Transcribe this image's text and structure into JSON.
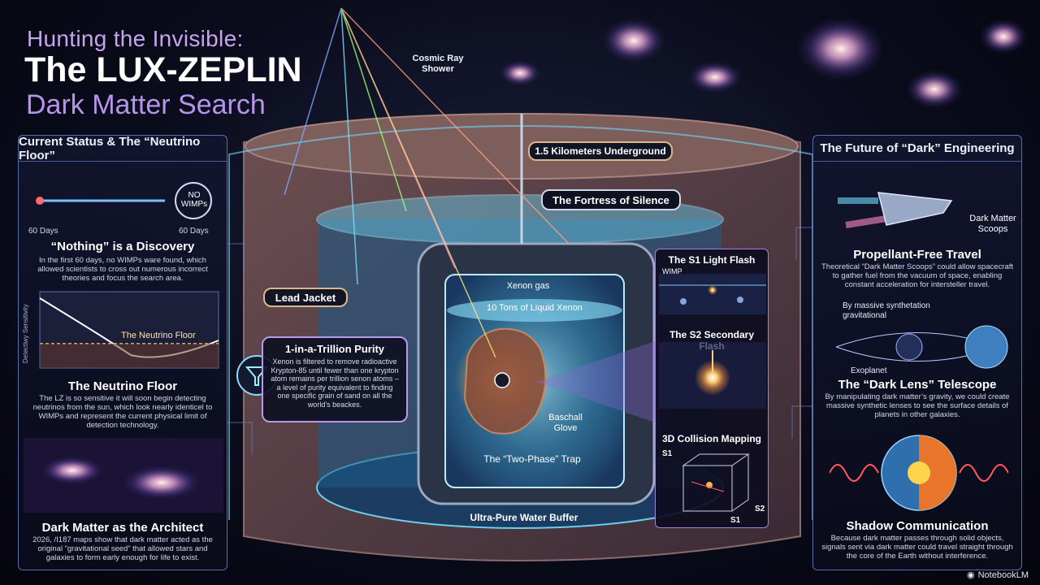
{
  "title": {
    "line1": "Hunting the Invisible:",
    "line2": "The LUX-ZEPLIN",
    "line3": "Dark Matter Search"
  },
  "left_panel": {
    "header": "Current Status & The “Neutrino Floor”",
    "timeline": {
      "start_label": "60 Days",
      "end_label": "60 Days",
      "badge_line1": "NO",
      "badge_line2": "WIMPs"
    },
    "sections": [
      {
        "title": "“Nothing” is a Discovery",
        "body": "In the first 60 days, no WIMPs ware found, which allowed scientists to cross out numerous incorrect theories and focus the search area."
      },
      {
        "title": "The Neutrino Floor",
        "body": "The LZ is so sensitive it will soon begin detecting neutrinos from the sun, which look nearly identicel to WIMPs and represent the current physical limit of detection technology."
      },
      {
        "title": "Dark Matter as the Architect",
        "body": "2026, /I187 maps show that dark matter acted as the original “gravitational seed” that allowed stars and galaxies to form early enough for life to exist."
      }
    ],
    "graph": {
      "ylabel": "Detectiwy Sensitivity",
      "floor_label": "The Neutrino Floor"
    }
  },
  "right_panel": {
    "header": "The Future of “Dark” Engineering",
    "ship_label": "Dark Matter Scoops",
    "lens_label": "By massive synthetation gravitational",
    "exoplanet_label": "Exoplanet",
    "sections": [
      {
        "title": "Propellant-Free Travel",
        "body": "Theoretical “Dark Matter Scoops” could allow spacecraft to gather fuel from the vacuum of space, enabling constant acceleration for intersteller travel."
      },
      {
        "title": "The “Dark Lens” Telescope",
        "body": "By manipulating dark matter’s gravity, we could create massive synthetic lenses to see the surface details of planets in other galaxies."
      },
      {
        "title": "Shadow Communication",
        "body": "Because dark matter passes through solid objects, signals sent via dark matter could travel straight through the core of the Earth without interference."
      }
    ]
  },
  "center": {
    "cosmic_ray": "Cosmic Ray Shower",
    "underground": "1.5 Kilometers Underground",
    "fortress": "The Fortress of Silence",
    "lead_jacket": "Lead Jacket",
    "xenon_gas": "Xenon gas",
    "liquid_xenon": "10 Tons of Liquid Xenon",
    "glove": "Baschall Glove",
    "two_phase": "The “Two-Phase” Trap",
    "water_buffer": "Ultra-Pure Water Buffer",
    "purity": {
      "title": "1-in-a-Trillion Purity",
      "body": "Xenon is filtered to remove radioactive Krypton-85 until fewer than one krypton atom remains per trillion senon atoms – a level of purity equivalent to finding one specific grain of sand on all the world’s beackes."
    }
  },
  "flash_panel": {
    "s1_title": "The S1 Light Flash",
    "wimp_label": "WIMP",
    "s2_title": "The S2 Secondary Flash",
    "mapping_title": "3D Collision Mapping",
    "axis_s1_top": "S1",
    "axis_s2": "S2",
    "axis_s1_bottom": "S1"
  },
  "branding": "NotebookLM"
}
